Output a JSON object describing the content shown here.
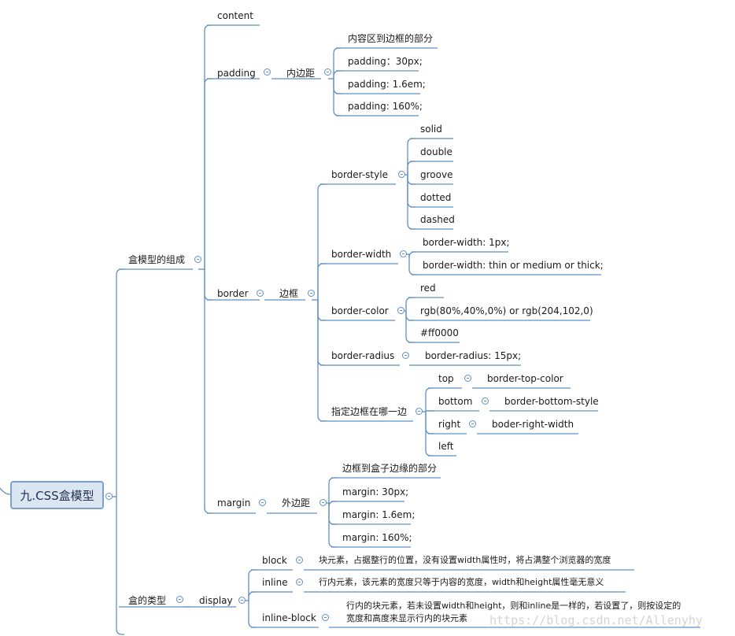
{
  "root": "九.CSS盒模型",
  "box_parts": {
    "label": "盒模型的组成",
    "content": "content",
    "padding": {
      "label": "padding",
      "cn": "内边距",
      "items": [
        "内容区到边框的部分",
        "padding：30px;",
        "padding: 1.6em;",
        "padding: 160%;"
      ]
    },
    "border": {
      "label": "border",
      "cn": "边框",
      "style": {
        "label": "border-style",
        "items": [
          "solid",
          "double",
          "groove",
          "dotted",
          "dashed"
        ]
      },
      "width": {
        "label": "border-width",
        "items": [
          "border-width: 1px;",
          "border-width: thin or medium or thick;"
        ]
      },
      "color": {
        "label": "border-color",
        "items": [
          "red",
          "rgb(80%,40%,0%)  or  rgb(204,102,0)",
          "#ff0000"
        ]
      },
      "radius": {
        "label": "border-radius",
        "item": "border-radius: 15px;"
      },
      "side": {
        "label": "指定边框在哪一边",
        "top": "top",
        "top_item": "border-top-color",
        "bottom": "bottom",
        "bottom_item": "border-bottom-style",
        "right": "right",
        "right_item": "boder-right-width",
        "left": "left"
      }
    },
    "margin": {
      "label": "margin",
      "cn": "外边距",
      "items": [
        "边框到盒子边缘的部分",
        "margin: 30px;",
        "margin: 1.6em;",
        "margin: 160%;"
      ]
    }
  },
  "box_types": {
    "label": "盒的类型",
    "display": "display",
    "block": "block",
    "block_desc": "块元素，占据整行的位置，没有设置width属性时，将占满整个浏览器的宽度",
    "inline": "inline",
    "inline_desc": "行内元素，该元素的宽度只等于内容的宽度，width和height属性毫无意义",
    "inline_block": "inline-block",
    "inline_block_desc1": "行内的块元素，若未设置width和height，则和inline是一样的，若设置了，则按设定的",
    "inline_block_desc2": "宽度和高度来显示行内的块元素"
  },
  "watermark": "https://blog.csdn.net/Allenyhy",
  "colors": {
    "line": "#5f8fc3",
    "root_fill": "#dce6f2",
    "root_border": "#7aa0cc"
  }
}
